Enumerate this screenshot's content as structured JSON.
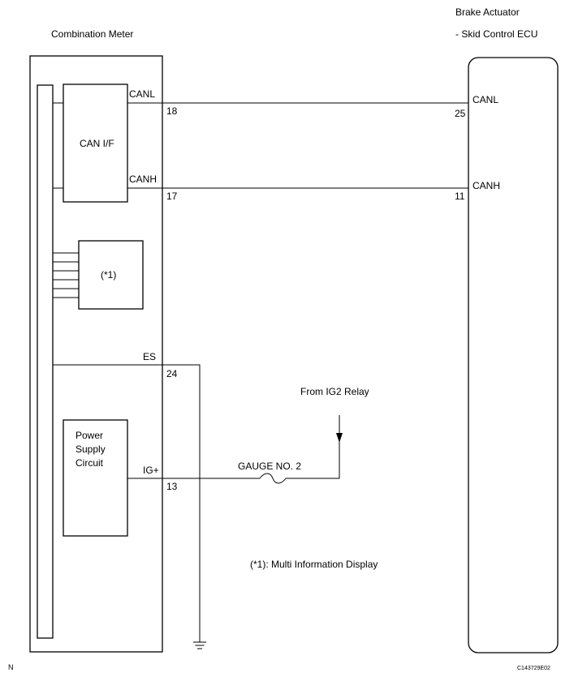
{
  "components": {
    "combination_meter": "Combination Meter",
    "brake_actuator_line1": "Brake Actuator",
    "brake_actuator_line2": "- Skid Control ECU",
    "can_if": "CAN I/F",
    "mid_block": "(*1)",
    "power_supply_line1": "Power",
    "power_supply_line2": "Supply",
    "power_supply_line3": "Circuit"
  },
  "signals": {
    "canl_meter": "CANL",
    "canh_meter": "CANH",
    "es": "ES",
    "ig_plus": "IG+",
    "canl_ecu": "CANL",
    "canh_ecu": "CANH"
  },
  "pins": {
    "canl_meter": "18",
    "canh_meter": "17",
    "es": "24",
    "ig_plus": "13",
    "canl_ecu": "25",
    "canh_ecu": "11"
  },
  "labels": {
    "from_relay": "From IG2 Relay",
    "fuse": "GAUGE NO. 2",
    "footnote": "(*1):  Multi Information Display",
    "corner_left": "N",
    "corner_right": "C143729E02"
  }
}
